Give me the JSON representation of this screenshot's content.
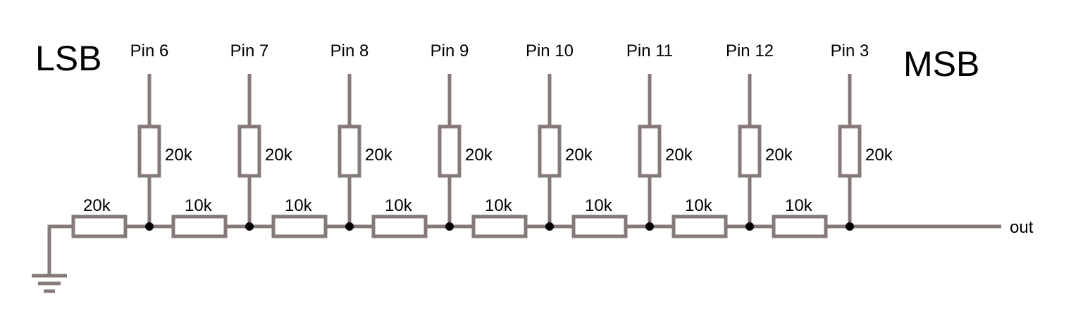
{
  "labels": {
    "lsb": "LSB",
    "msb": "MSB",
    "out": "out"
  },
  "ground_resistor": "20k",
  "bits": [
    {
      "pin": "Pin 6",
      "leg_resistor": "20k",
      "series_resistor": "10k"
    },
    {
      "pin": "Pin 7",
      "leg_resistor": "20k",
      "series_resistor": "10k"
    },
    {
      "pin": "Pin 8",
      "leg_resistor": "20k",
      "series_resistor": "10k"
    },
    {
      "pin": "Pin 9",
      "leg_resistor": "20k",
      "series_resistor": "10k"
    },
    {
      "pin": "Pin 10",
      "leg_resistor": "20k",
      "series_resistor": "10k"
    },
    {
      "pin": "Pin 11",
      "leg_resistor": "20k",
      "series_resistor": "10k"
    },
    {
      "pin": "Pin 12",
      "leg_resistor": "20k",
      "series_resistor": "10k"
    },
    {
      "pin": "Pin 3",
      "leg_resistor": "20k",
      "series_resistor": null
    }
  ],
  "colors": {
    "wire": "#857a78",
    "junction": "#000000",
    "text": "#000000"
  }
}
